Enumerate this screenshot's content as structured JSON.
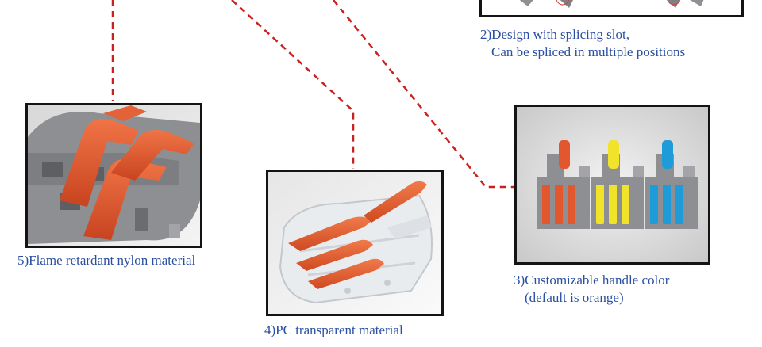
{
  "colors": {
    "leader_line": "#cc1f1f",
    "caption_text": "#2a4fa3",
    "frame_border": "#141414",
    "housing_gray": "#8d8f92",
    "lever_orange": "#e2572e",
    "lever_yellow": "#f1e32a",
    "lever_blue": "#1e9bd8"
  },
  "captions": {
    "feature2_line1": "2)Design with splicing slot,",
    "feature2_line2": "Can be spliced in multiple positions",
    "feature3_line1": "3)Customizable handle color",
    "feature3_line2": "(default is orange)",
    "feature4": "4)PC transparent material",
    "feature5": "5)Flame retardant nylon material"
  },
  "images": {
    "nylon_closeup": "gray-nylon-connector-orange-levers",
    "transparent_closeup": "transparent-pc-connector-orange-levers",
    "color_options": "connectors-orange-yellow-blue-levers"
  }
}
